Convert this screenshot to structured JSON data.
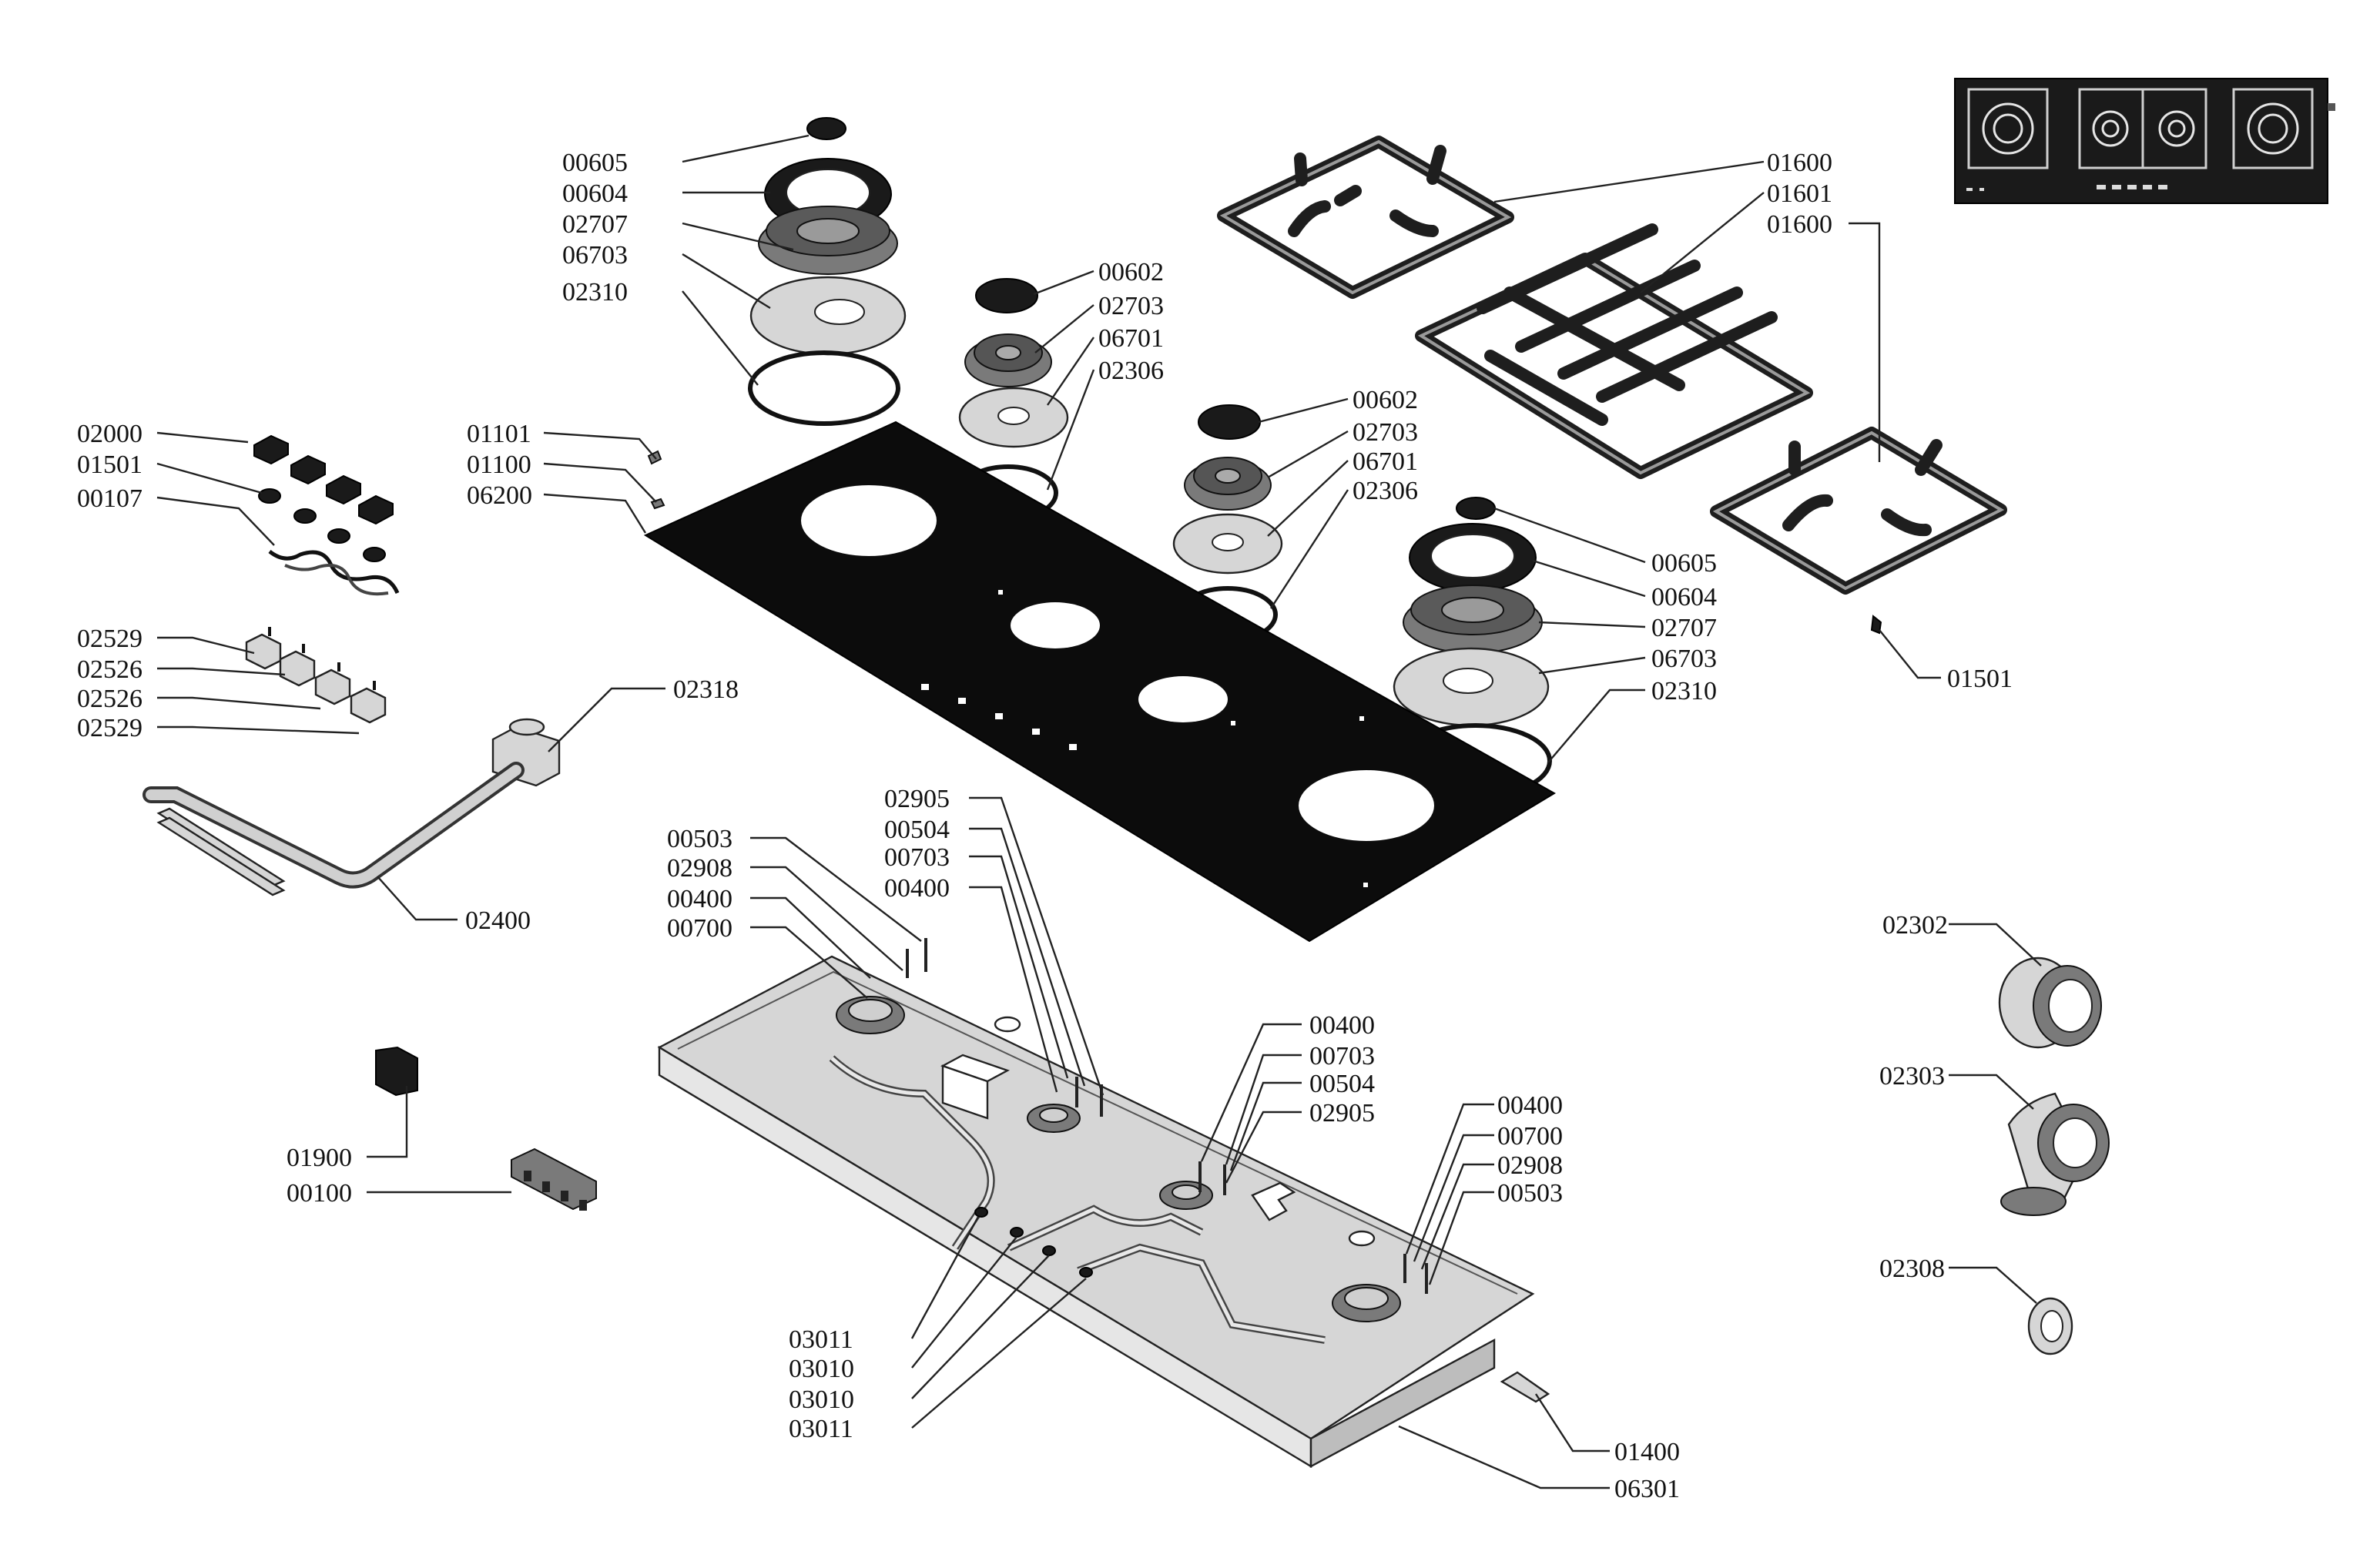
{
  "diagram": {
    "callouts": [
      {
        "id": "c01",
        "text": "00605"
      },
      {
        "id": "c02",
        "text": "00604"
      },
      {
        "id": "c03",
        "text": "02707"
      },
      {
        "id": "c04",
        "text": "06703"
      },
      {
        "id": "c05",
        "text": "02310"
      },
      {
        "id": "c06",
        "text": "00602"
      },
      {
        "id": "c07",
        "text": "02703"
      },
      {
        "id": "c08",
        "text": "06701"
      },
      {
        "id": "c09",
        "text": "02306"
      },
      {
        "id": "c10",
        "text": "01600"
      },
      {
        "id": "c11",
        "text": "01601"
      },
      {
        "id": "c12",
        "text": "01600"
      },
      {
        "id": "c13",
        "text": "02000"
      },
      {
        "id": "c14",
        "text": "01501"
      },
      {
        "id": "c15",
        "text": "00107"
      },
      {
        "id": "c16",
        "text": "01101"
      },
      {
        "id": "c17",
        "text": "01100"
      },
      {
        "id": "c18",
        "text": "06200"
      },
      {
        "id": "c19",
        "text": "00602"
      },
      {
        "id": "c20",
        "text": "02703"
      },
      {
        "id": "c21",
        "text": "06701"
      },
      {
        "id": "c22",
        "text": "02306"
      },
      {
        "id": "c23",
        "text": "00605"
      },
      {
        "id": "c24",
        "text": "00604"
      },
      {
        "id": "c25",
        "text": "02707"
      },
      {
        "id": "c26",
        "text": "06703"
      },
      {
        "id": "c27",
        "text": "02310"
      },
      {
        "id": "c28",
        "text": "01501"
      },
      {
        "id": "c29",
        "text": "02529"
      },
      {
        "id": "c30",
        "text": "02526"
      },
      {
        "id": "c31",
        "text": "02526"
      },
      {
        "id": "c32",
        "text": "02529"
      },
      {
        "id": "c33",
        "text": "02318"
      },
      {
        "id": "c34",
        "text": "02400"
      },
      {
        "id": "c35",
        "text": "02905"
      },
      {
        "id": "c36",
        "text": "00504"
      },
      {
        "id": "c37",
        "text": "00703"
      },
      {
        "id": "c38",
        "text": "00400"
      },
      {
        "id": "c39",
        "text": "00503"
      },
      {
        "id": "c40",
        "text": "02908"
      },
      {
        "id": "c41",
        "text": "00400"
      },
      {
        "id": "c42",
        "text": "00700"
      },
      {
        "id": "c43",
        "text": "02302"
      },
      {
        "id": "c44",
        "text": "00400"
      },
      {
        "id": "c45",
        "text": "00703"
      },
      {
        "id": "c46",
        "text": "00504"
      },
      {
        "id": "c47",
        "text": "02905"
      },
      {
        "id": "c48",
        "text": "02303"
      },
      {
        "id": "c49",
        "text": "00400"
      },
      {
        "id": "c50",
        "text": "00700"
      },
      {
        "id": "c51",
        "text": "02908"
      },
      {
        "id": "c52",
        "text": "00503"
      },
      {
        "id": "c53",
        "text": "01900"
      },
      {
        "id": "c54",
        "text": "00100"
      },
      {
        "id": "c55",
        "text": "02308"
      },
      {
        "id": "c56",
        "text": "03011"
      },
      {
        "id": "c57",
        "text": "03010"
      },
      {
        "id": "c58",
        "text": "03010"
      },
      {
        "id": "c59",
        "text": "03011"
      },
      {
        "id": "c60",
        "text": "01400"
      },
      {
        "id": "c61",
        "text": "06301"
      }
    ]
  }
}
